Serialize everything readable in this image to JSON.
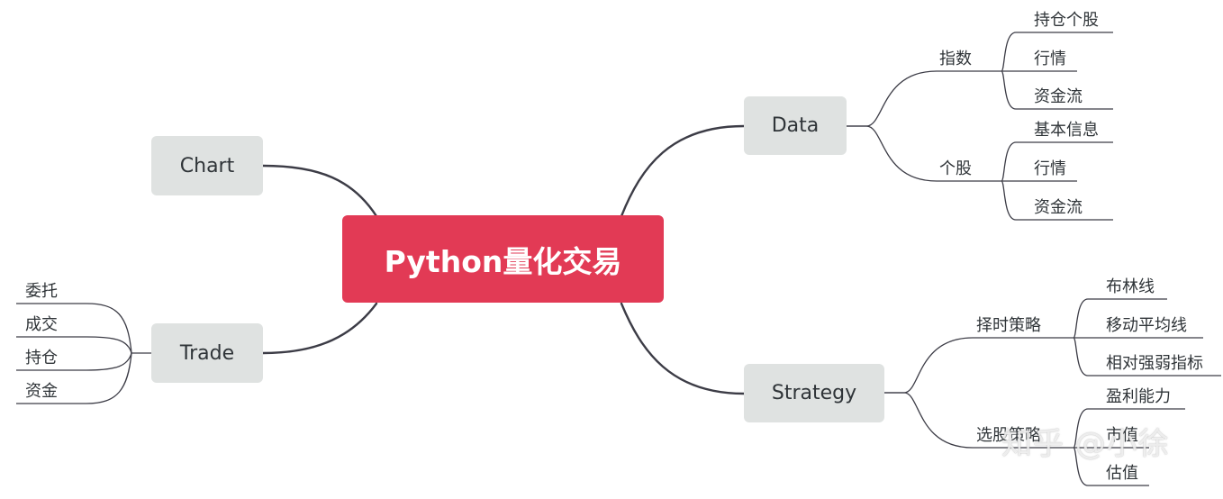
{
  "root": {
    "title": "Python量化交易"
  },
  "branches": {
    "data": {
      "label": "Data",
      "groups": [
        {
          "label": "指数",
          "items": [
            "持仓个股",
            "行情",
            "资金流"
          ]
        },
        {
          "label": "个股",
          "items": [
            "基本信息",
            "行情",
            "资金流"
          ]
        }
      ]
    },
    "strategy": {
      "label": "Strategy",
      "groups": [
        {
          "label": "择时策略",
          "items": [
            "布林线",
            "移动平均线",
            "相对强弱指标"
          ]
        },
        {
          "label": "选股策略",
          "items": [
            "盈利能力",
            "市值",
            "估值"
          ]
        }
      ]
    },
    "chart": {
      "label": "Chart"
    },
    "trade": {
      "label": "Trade",
      "items": [
        "委托",
        "成交",
        "持仓",
        "资金"
      ]
    }
  },
  "watermark": {
    "text": "知乎 @小徐"
  },
  "colors": {
    "root_bg": "#e23a55",
    "node_bg": "#dfe2e1",
    "line": "#3c3c46",
    "text": "#2f3438"
  }
}
